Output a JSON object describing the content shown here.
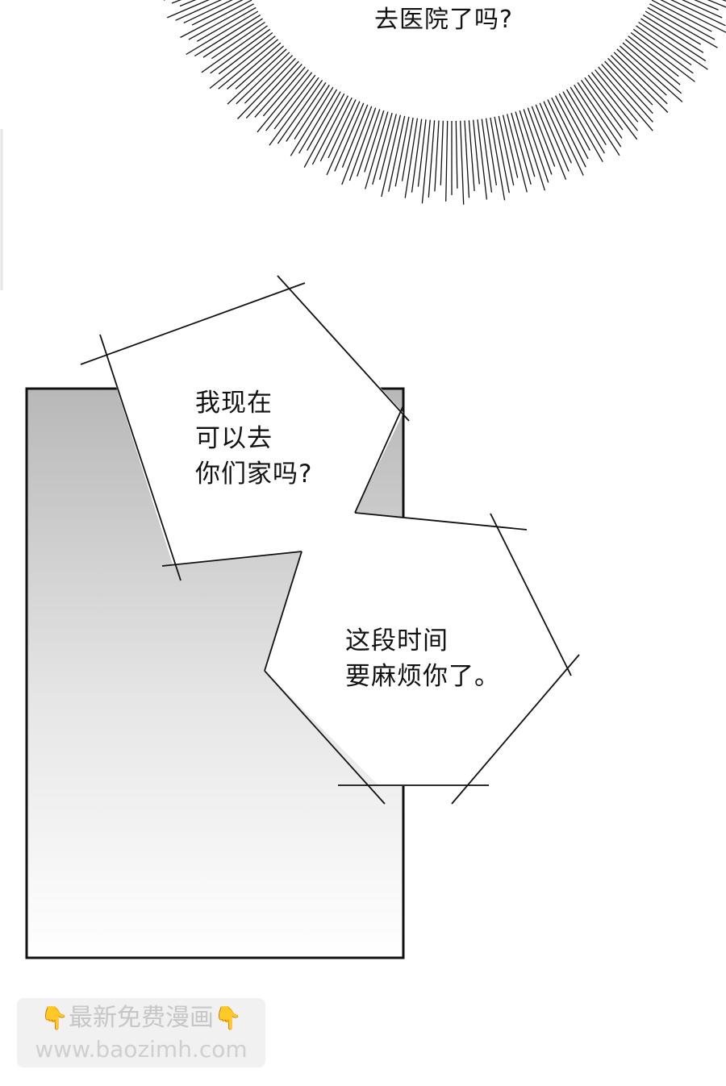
{
  "bubbles": {
    "top": "去医院了吗?",
    "middle": "我现在\n可以去\n你们家吗?",
    "bottom": "这段时间\n要麻烦你了。"
  },
  "watermark": {
    "line1": "最新免费漫画",
    "line2": "www.baozimh.com",
    "emoji": "👇",
    "emoji_color": "#f4b321"
  }
}
